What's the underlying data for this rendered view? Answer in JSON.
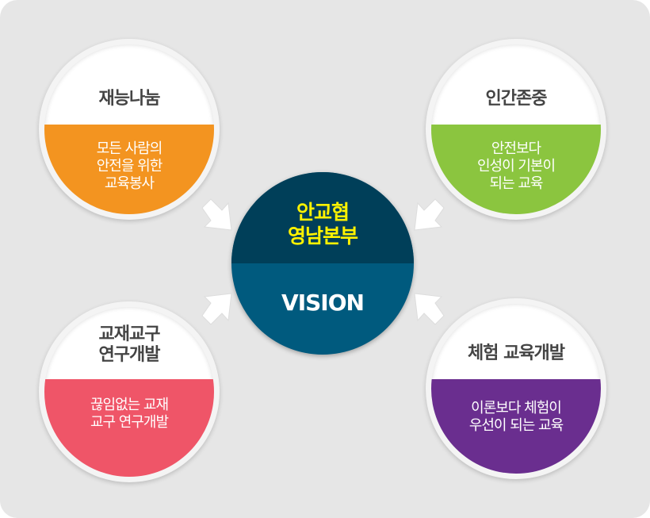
{
  "center": {
    "title_line1": "안교협",
    "title_line2": "영남본부",
    "vision": "VISION"
  },
  "items": [
    {
      "title": "재능나눔",
      "lines": [
        "모든 사람의",
        "안전을 위한",
        "교육봉사"
      ],
      "color": "#f39420"
    },
    {
      "title": "인간존중",
      "lines": [
        "안전보다",
        "인성이 기본이",
        "되는 교육"
      ],
      "color": "#8bc53f"
    },
    {
      "title_lines": [
        "교재교구",
        "연구개발"
      ],
      "lines": [
        "끊임없는 교재",
        "교구 연구개발"
      ],
      "color": "#ef5568"
    },
    {
      "title": "체험 교육개발",
      "lines": [
        "이론보다 체험이",
        "우선이 되는 교육"
      ],
      "color": "#6a2e8f"
    }
  ]
}
